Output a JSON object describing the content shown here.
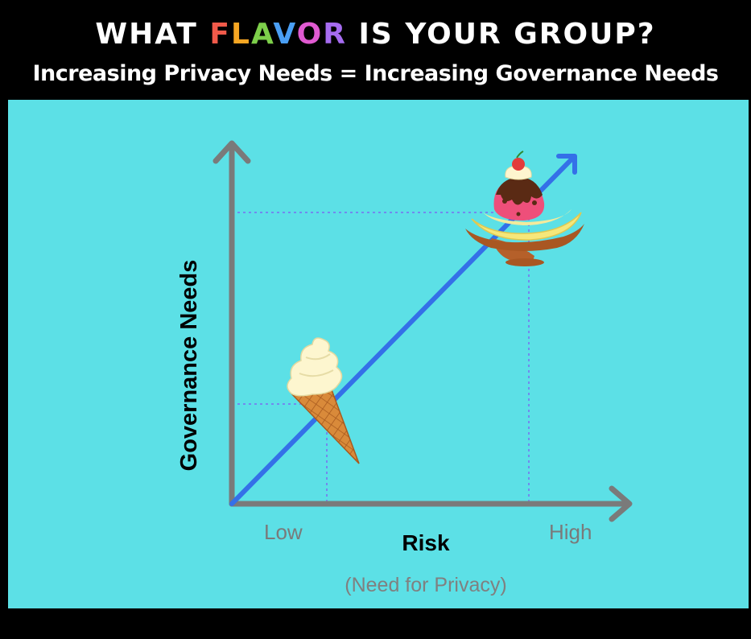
{
  "header": {
    "title_parts": [
      {
        "text": "WHAT ",
        "color": "#ffffff"
      },
      {
        "text": "F",
        "color": "#f15a4a"
      },
      {
        "text": "L",
        "color": "#f6a623"
      },
      {
        "text": "A",
        "color": "#7dcf4a"
      },
      {
        "text": "V",
        "color": "#4a9ff5"
      },
      {
        "text": "O",
        "color": "#e05ad1"
      },
      {
        "text": "R",
        "color": "#a66cf0"
      },
      {
        "text": " IS YOUR GROUP?",
        "color": "#ffffff"
      }
    ],
    "subtitle": "Increasing Privacy Needs = Increasing Governance Needs"
  },
  "diagram": {
    "y_axis_label": "Governance Needs",
    "x_axis_label": "Risk",
    "x_axis_note": "(Need for Privacy)",
    "x_low_label": "Low",
    "x_high_label": "High",
    "colors": {
      "background": "#5ce0e6",
      "axis": "#7a7a7a",
      "trend_line": "#3470e8",
      "guide_lines": "#7a6cf0"
    },
    "icons": {
      "low_point": "ice-cream-cone-icon",
      "high_point": "banana-split-sundae-icon"
    }
  }
}
